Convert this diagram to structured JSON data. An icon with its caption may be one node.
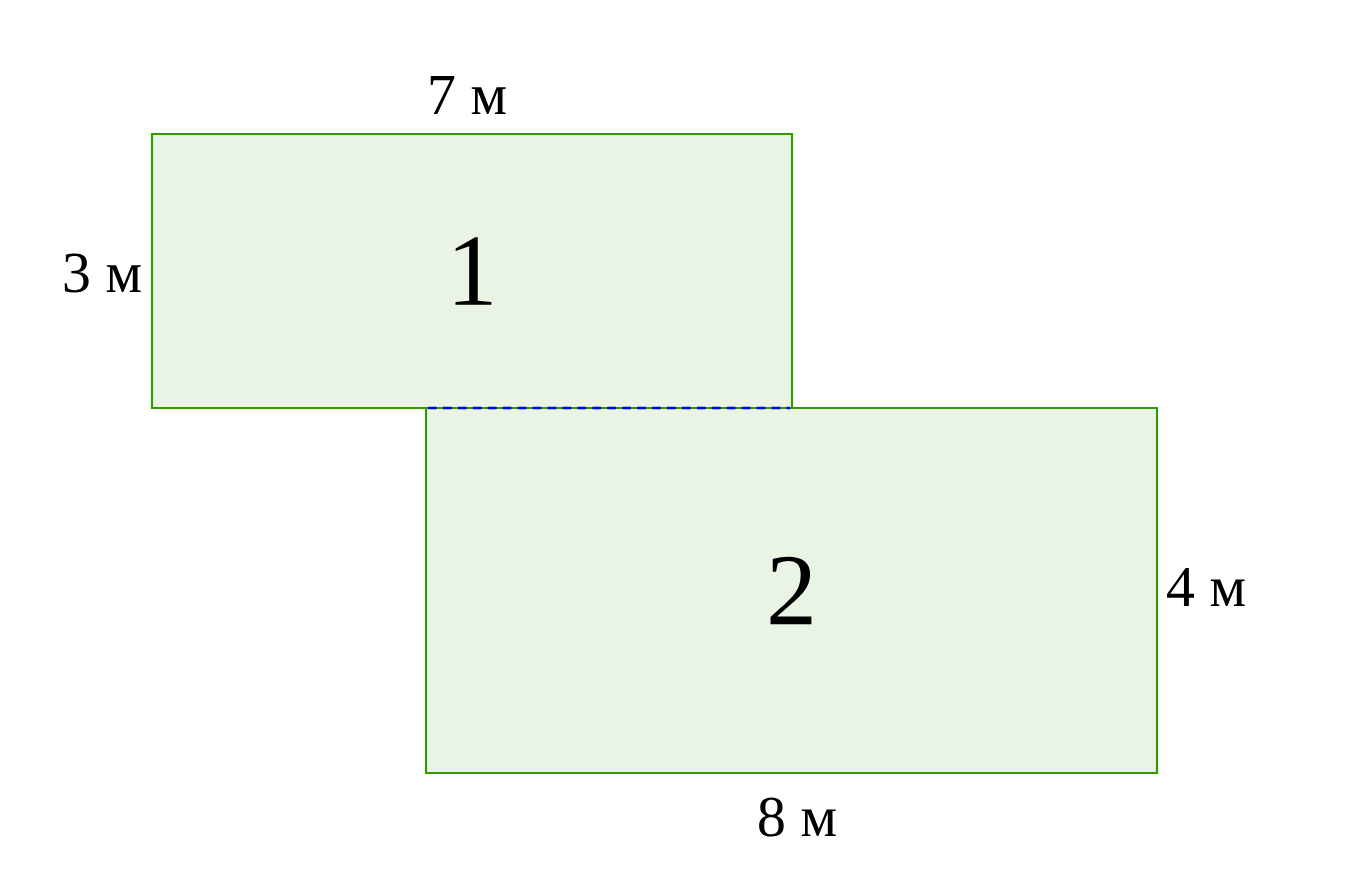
{
  "diagram": {
    "nodes": [
      {
        "text": [
          "1"
        ]
      },
      {
        "text": [
          "2"
        ]
      }
    ],
    "labels": [
      "7 м",
      "3 м",
      "4 м",
      "8 м"
    ]
  }
}
